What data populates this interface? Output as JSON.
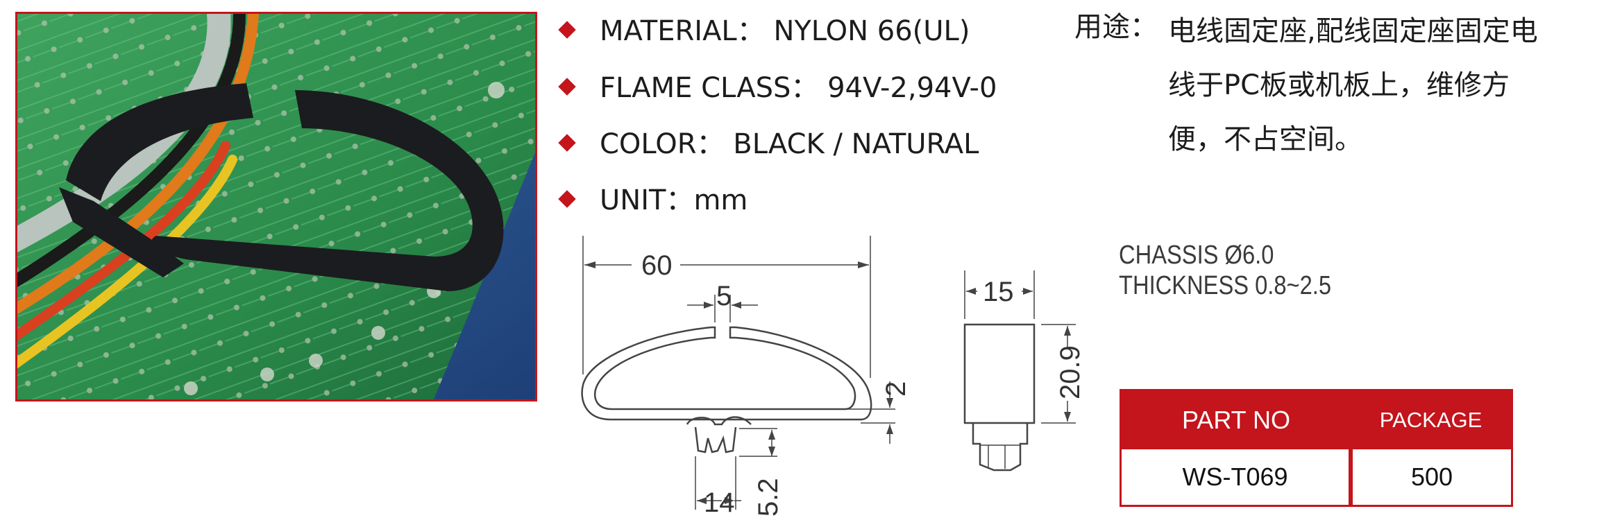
{
  "specs": [
    {
      "label": "MATERIAL：",
      "value": "NYLON 66(UL)"
    },
    {
      "label": "FLAME CLASS：",
      "value": "94V-2,94V-0"
    },
    {
      "label": "COLOR：",
      "value": "BLACK / NATURAL"
    },
    {
      "label": "UNIT：",
      "value": "mm"
    }
  ],
  "usage": {
    "label": "用途：",
    "lines": [
      "电线固定座,配线固定座固定电",
      "线于PC板或机板上，维修方",
      "便，不占空间。"
    ]
  },
  "chassis": {
    "line1": "CHASSIS  Ø6.0",
    "line2": "THICKNESS  0.8~2.5"
  },
  "dimensions": {
    "overall_width": "60",
    "gap": "5",
    "wall": "2",
    "clip_width": "14",
    "clip_height": "5.2",
    "side_width": "15",
    "side_height": "20.9"
  },
  "table": {
    "header_part": "PART NO",
    "header_package": "PACKAGE",
    "part_no": "WS-T069",
    "package": "500"
  },
  "colors": {
    "accent": "#c4141c",
    "pcb_green": "#2c8a4c"
  }
}
